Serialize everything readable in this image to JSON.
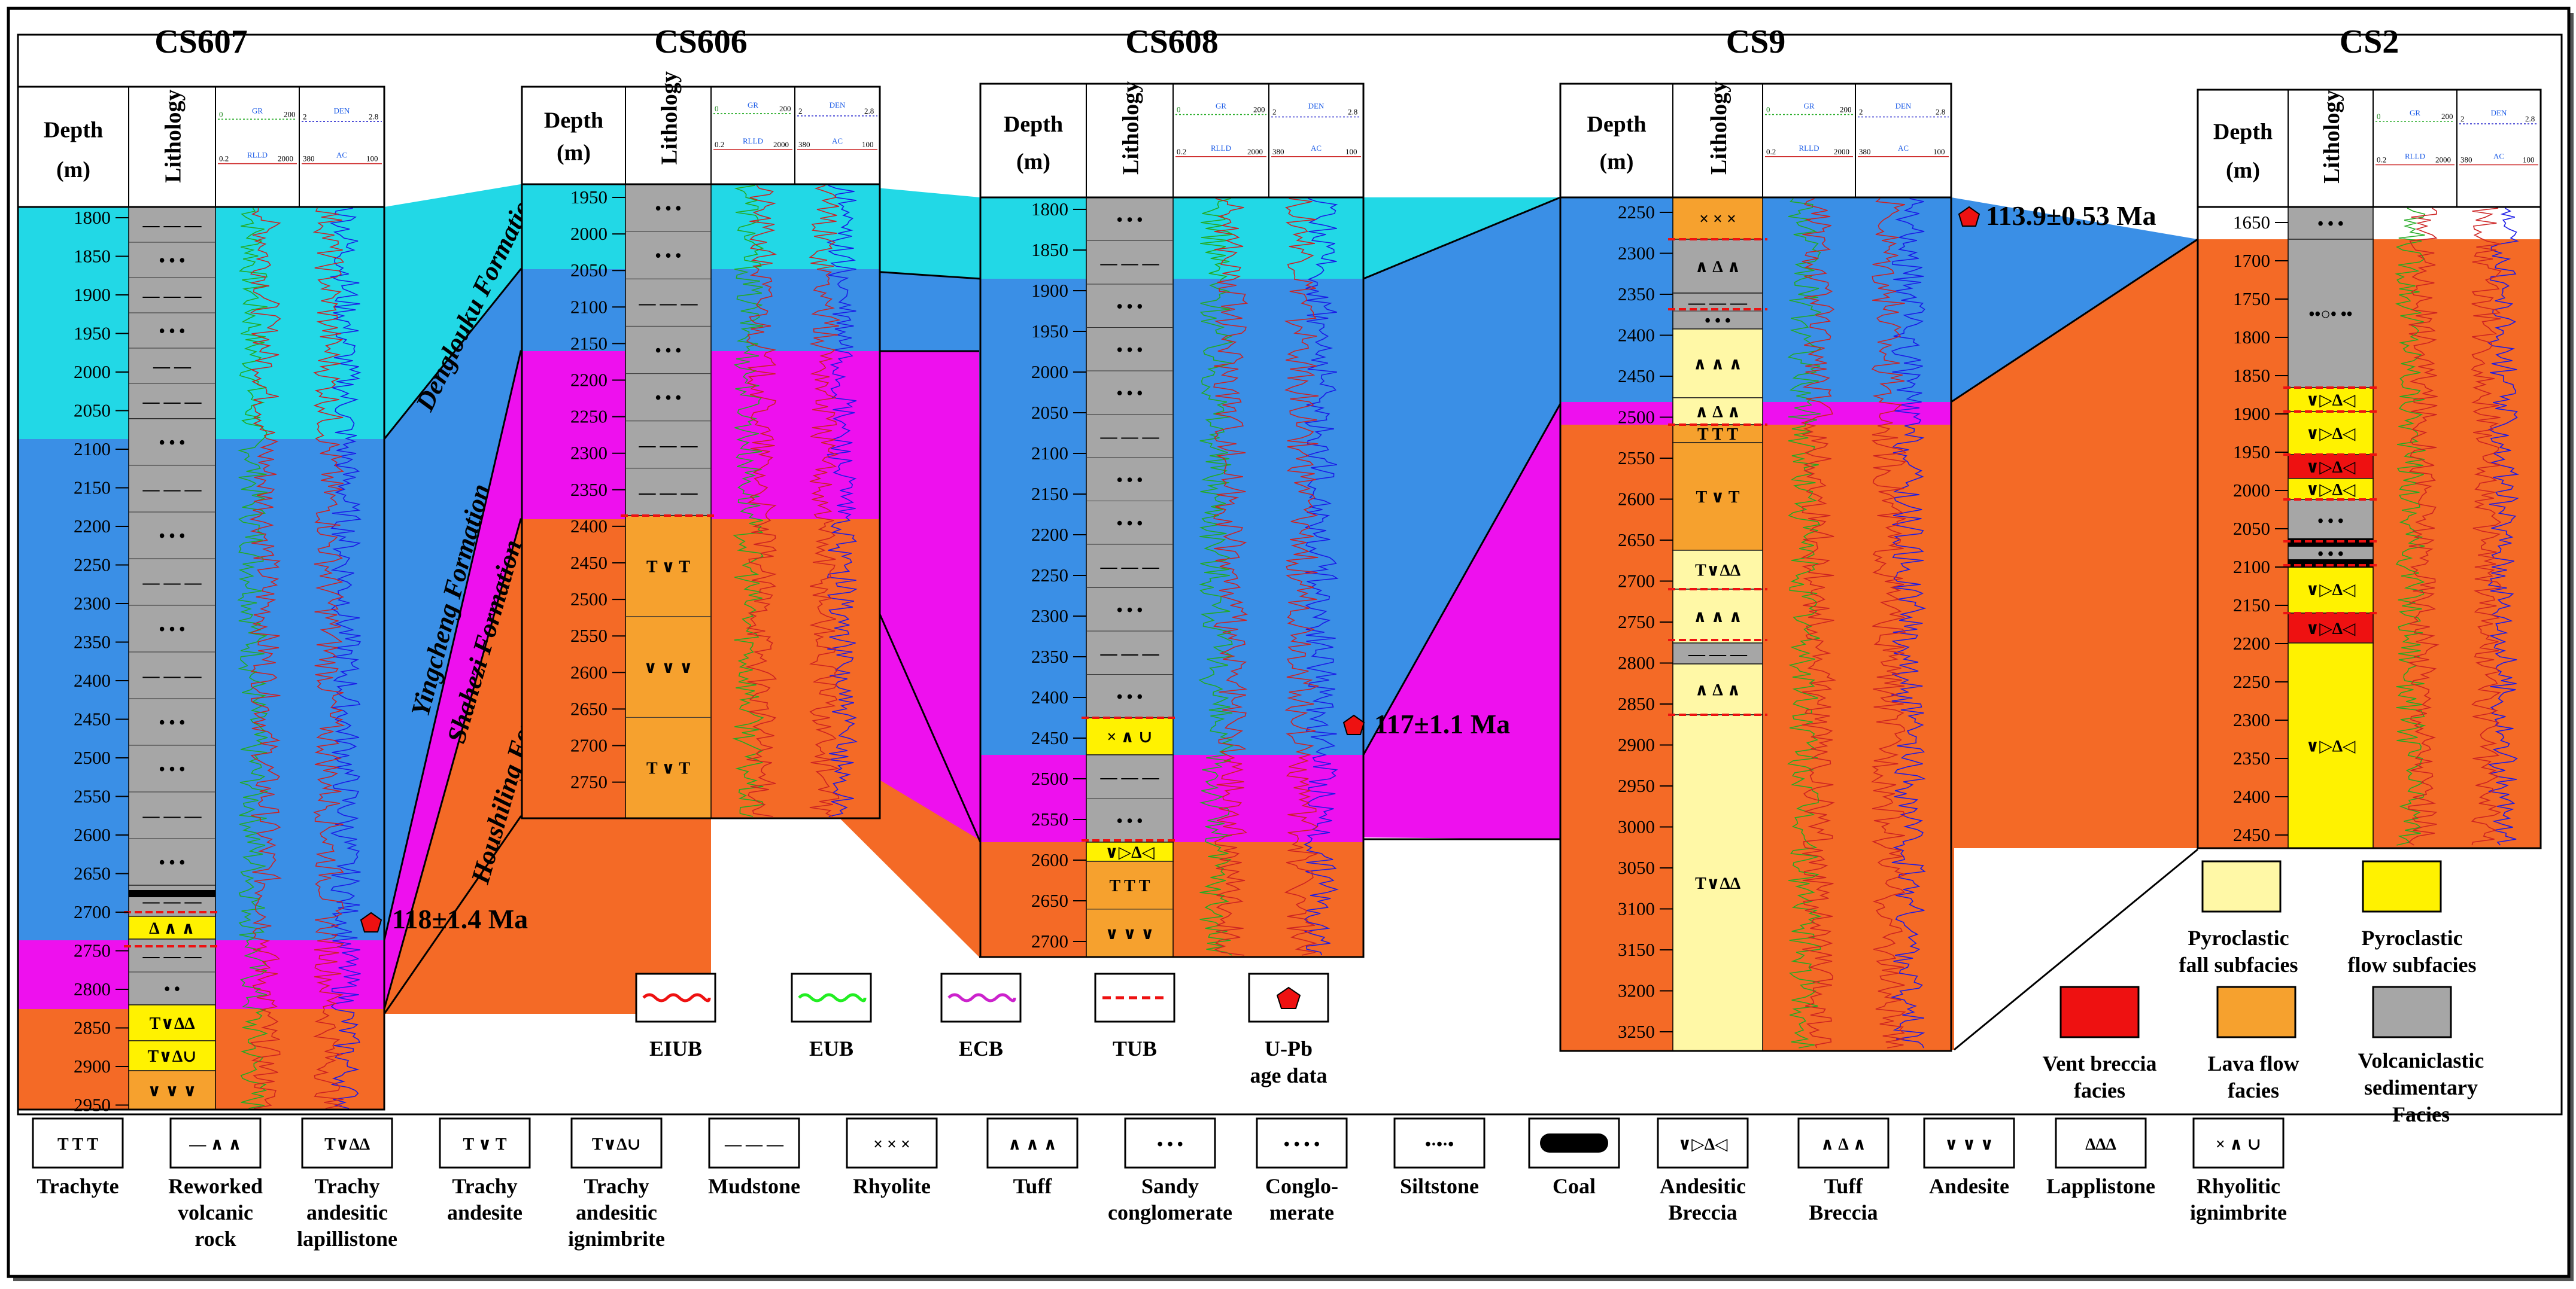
{
  "colors": {
    "denglouku": "#22d8e6",
    "yingcheng": "#3a8fe6",
    "shahezi": "#ee10ee",
    "houshiling": "#f46a26",
    "pyroclastic_fall": "#fff8a6",
    "pyroclastic_flow": "#fff200",
    "vent_breccia": "#ee1111",
    "lava_flow": "#f6a12e",
    "volcaniclastic": "#a6a6a6",
    "eiub": "#ee1111",
    "eub": "#22ee22",
    "ecb": "#cc22cc",
    "tub": "#ee1111",
    "upb": "#ee1111"
  },
  "wells": [
    {
      "name": "CS607",
      "ticks": [
        "1800",
        "1850",
        "1900",
        "1950",
        "2000",
        "2050",
        "2100",
        "2150",
        "2200",
        "2250",
        "2300",
        "2350",
        "2400",
        "2450",
        "2500",
        "2550",
        "2600",
        "2650",
        "2700",
        "2750",
        "2800",
        "2850",
        "2900",
        "2950"
      ]
    },
    {
      "name": "CS606",
      "ticks": [
        "1950",
        "2000",
        "2050",
        "2100",
        "2150",
        "2200",
        "2250",
        "2300",
        "2350",
        "2400",
        "2450",
        "2500",
        "2550",
        "2600",
        "2650",
        "2700",
        "2750"
      ]
    },
    {
      "name": "CS608",
      "ticks": [
        "1800",
        "1850",
        "1900",
        "1950",
        "2000",
        "2050",
        "2100",
        "2150",
        "2200",
        "2250",
        "2300",
        "2350",
        "2400",
        "2450",
        "2500",
        "2550",
        "2600",
        "2650",
        "2700"
      ]
    },
    {
      "name": "CS9",
      "ticks": [
        "2250",
        "2300",
        "2350",
        "2400",
        "2450",
        "2500",
        "2550",
        "2600",
        "2650",
        "2700",
        "2750",
        "2800",
        "2850",
        "2900",
        "2950",
        "3000",
        "3050",
        "3100",
        "3150",
        "3200",
        "3250"
      ]
    },
    {
      "name": "CS2",
      "ticks": [
        "1650",
        "1700",
        "1750",
        "1800",
        "1850",
        "1900",
        "1950",
        "2000",
        "2050",
        "2100",
        "2150",
        "2200",
        "2250",
        "2300",
        "2350",
        "2400",
        "2450"
      ]
    }
  ],
  "header": {
    "depth_line1": "Depth",
    "depth_line2": "(m)",
    "lithology": "Lithology",
    "gr": "GR",
    "rlld": "RLLD",
    "den": "DEN",
    "ac": "AC",
    "gr_min": "0",
    "gr_max": "200",
    "rlld_min": "0.2",
    "rlld_max": "2000",
    "den_min": "2",
    "den_max": "2.8",
    "ac_min": "380",
    "ac_max": "100"
  },
  "formations": {
    "denglouku": "Denglouku Formation",
    "yingcheng": "Yingcheng Formation",
    "shahezi": "Shahezi Formation",
    "houshiling": "Houshiling Formation"
  },
  "ages": {
    "cs607": "118±1.4 Ma",
    "cs608": "117±1.1 Ma",
    "cs9": "113.9±0.53 Ma"
  },
  "boundary_legend": [
    {
      "label": "EIUB"
    },
    {
      "label": "EUB"
    },
    {
      "label": "ECB"
    },
    {
      "label": "TUB"
    },
    {
      "label_line1": "U-Pb",
      "label_line2": "age data"
    }
  ],
  "facies_legend": {
    "pyro_fall_1": "Pyroclastic",
    "pyro_fall_2": "fall subfacies",
    "pyro_flow_1": "Pyroclastic",
    "pyro_flow_2": "flow subfacies",
    "vent_1": "Vent breccia",
    "vent_2": "facies",
    "lava_1": "Lava flow",
    "lava_2": "facies",
    "volc_1": "Volcaniclastic",
    "volc_2": "sedimentary",
    "volc_3": "Facies"
  },
  "lithology_legend": [
    {
      "symbol": "T T T",
      "lines": [
        "Trachyte"
      ]
    },
    {
      "symbol": "— ∧ ∧",
      "lines": [
        "Reworked",
        "volcanic",
        "rock"
      ]
    },
    {
      "symbol": "T∨∆∆",
      "lines": [
        "Trachy",
        "andesitic",
        "lapillistone"
      ]
    },
    {
      "symbol": "T ∨ T",
      "lines": [
        "Trachy",
        "andesite"
      ]
    },
    {
      "symbol": "T∨∆∪",
      "lines": [
        "Trachy",
        "andesitic",
        "ignimbrite"
      ]
    },
    {
      "symbol": "— — —",
      "lines": [
        "Mudstone"
      ]
    },
    {
      "symbol": "× × ×",
      "lines": [
        "Rhyolite"
      ]
    },
    {
      "symbol": "∧ ∧ ∧",
      "lines": [
        "Tuff"
      ]
    },
    {
      "symbol": "• • •",
      "lines": [
        "Sandy",
        "conglomerate"
      ]
    },
    {
      "symbol": "• • • •",
      "lines": [
        "Conglo-",
        "merate"
      ]
    },
    {
      "symbol": "•·•·•",
      "lines": [
        "Siltstone"
      ]
    },
    {
      "symbol": "coal",
      "lines": [
        "Coal"
      ]
    },
    {
      "symbol": "∨▷∆◁",
      "lines": [
        "Andesitic",
        "Breccia"
      ]
    },
    {
      "symbol": "∧ ∆ ∧",
      "lines": [
        "Tuff",
        "Breccia"
      ]
    },
    {
      "symbol": "∨ ∨ ∨",
      "lines": [
        "Andesite"
      ]
    },
    {
      "symbol": "∆∆∆",
      "lines": [
        "Lapplistone"
      ]
    },
    {
      "symbol": "× ∧ ∪",
      "lines": [
        "Rhyolitic",
        "ignimbrite"
      ]
    }
  ],
  "lith_symbols": {
    "dots3": "•  •  •",
    "dots2": "• •",
    "dash3": "—  —  —",
    "dash2": "— —",
    "rhy": "× × ×",
    "tav": "T  ∨  T",
    "vvv": "∨  ∨  ∨",
    "ttt": "T  T  T",
    "tva": "T∨∆∆",
    "tvd": "T∨∆∪",
    "aa": "∆ ∧ ∧",
    "tuf": "∧ ∧ ∧",
    "tb": "∧ ∆ ∧",
    "ab": "∨▷∆◁",
    "xau": "× ∧ ∪",
    "dmix": "••○•  ••"
  }
}
